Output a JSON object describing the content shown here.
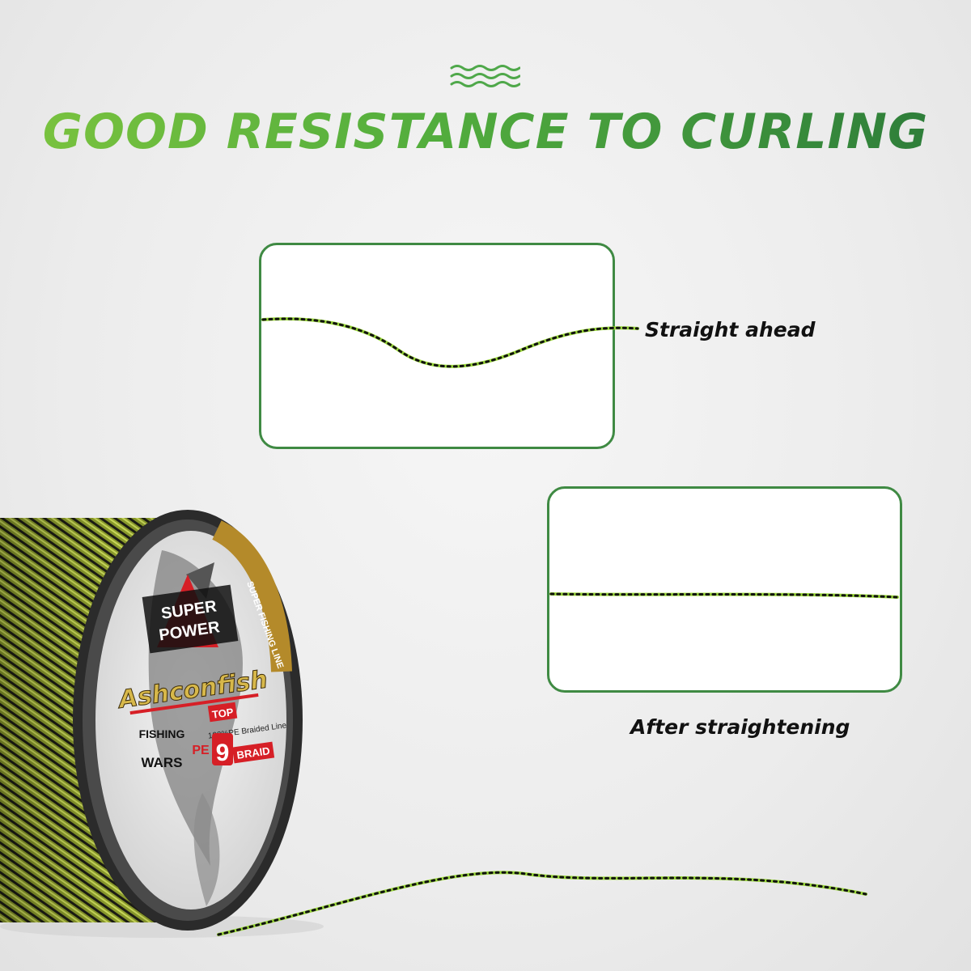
{
  "headline": "GOOD RESISTANCE TO CURLING",
  "icons": {
    "decoration": "wave-lines-icon"
  },
  "comparison": {
    "top_caption": "Straight ahead",
    "bottom_caption": "After straightening"
  },
  "spool_label": {
    "badge_line_1": "SUPER",
    "badge_line_2": "POWER",
    "arc_text": "SUPER FISHING LINE",
    "brand": "Ashconfish",
    "top_tag": "TOP",
    "sub_text": "100%PE Braided Line",
    "left_line_1": "FISHING",
    "left_line_2": "WARS",
    "pe_label": "PE",
    "braid_number": "9",
    "braid_label": "BRAID"
  },
  "colors": {
    "accent_green": "#3f8a43",
    "headline_start": "#7cc43f",
    "headline_end": "#2b7a3a",
    "line_green": "#9bd83a",
    "spool_base": "#8a9a2c"
  }
}
